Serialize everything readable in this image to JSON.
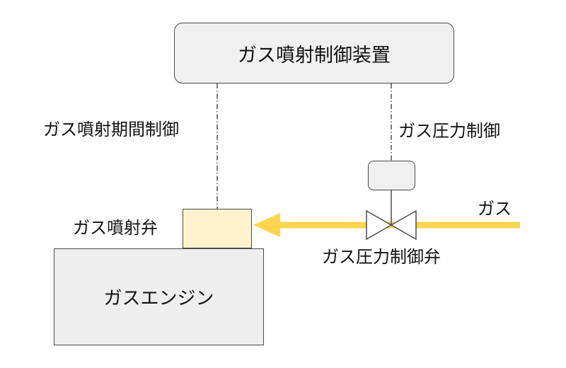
{
  "diagram": {
    "controller_label": "ガス噴射制御装置",
    "injection_period_label": "ガス噴射期間制御",
    "pressure_control_label": "ガス圧力制御",
    "gas_label": "ガス",
    "injector_label": "ガス噴射弁",
    "valve_label": "ガス圧力制御弁",
    "engine_label": "ガスエンジン"
  },
  "colors": {
    "gas_flow": "#ffd54f",
    "injector_fill": "#fff2cc",
    "box_fill": "#f0f0f0",
    "engine_fill": "#eeeeee",
    "stroke": "#4a4a4a"
  }
}
